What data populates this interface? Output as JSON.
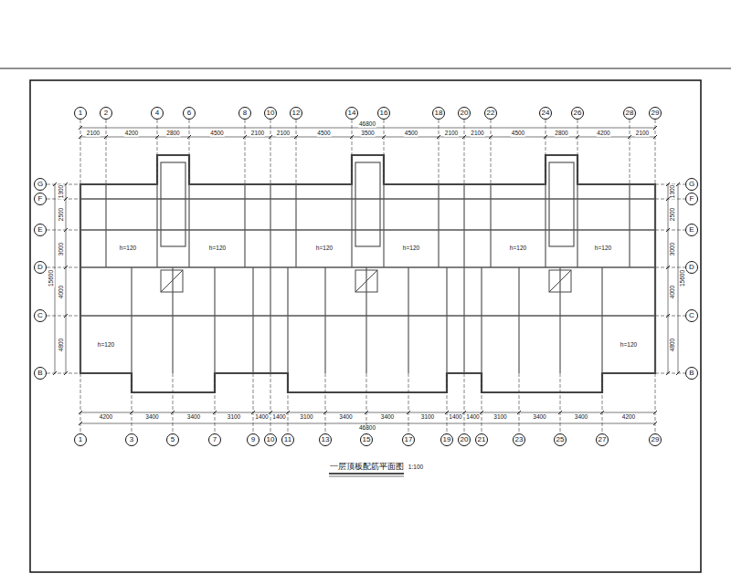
{
  "diagram": {
    "title": "一层顶板配筋平面图",
    "nodes": [
      {
        "text": [
          "1"
        ]
      },
      {
        "text": [
          "2"
        ]
      },
      {
        "text": [
          "4"
        ]
      },
      {
        "text": [
          "6"
        ]
      },
      {
        "text": [
          "8"
        ]
      },
      {
        "text": [
          "10"
        ]
      },
      {
        "text": [
          "12"
        ]
      },
      {
        "text": [
          "14"
        ]
      },
      {
        "text": [
          "16"
        ]
      },
      {
        "text": [
          "18"
        ]
      },
      {
        "text": [
          "20"
        ]
      },
      {
        "text": [
          "22"
        ]
      },
      {
        "text": [
          "24"
        ]
      },
      {
        "text": [
          "26"
        ]
      },
      {
        "text": [
          "28"
        ]
      },
      {
        "text": [
          "29"
        ]
      },
      {
        "text": [
          "G"
        ]
      },
      {
        "text": [
          "G"
        ]
      },
      {
        "text": [
          "F"
        ]
      },
      {
        "text": [
          "F"
        ]
      },
      {
        "text": [
          "E"
        ]
      },
      {
        "text": [
          "E"
        ]
      },
      {
        "text": [
          "D"
        ]
      },
      {
        "text": [
          "D"
        ]
      },
      {
        "text": [
          "C"
        ]
      },
      {
        "text": [
          "C"
        ]
      },
      {
        "text": [
          "B"
        ]
      },
      {
        "text": [
          "B"
        ]
      },
      {
        "text": [
          "1"
        ]
      },
      {
        "text": [
          "3"
        ]
      },
      {
        "text": [
          "5"
        ]
      },
      {
        "text": [
          "7"
        ]
      },
      {
        "text": [
          "9"
        ]
      },
      {
        "text": [
          "10"
        ]
      },
      {
        "text": [
          "11"
        ]
      },
      {
        "text": [
          "13"
        ]
      },
      {
        "text": [
          "15"
        ]
      },
      {
        "text": [
          "17"
        ]
      },
      {
        "text": [
          "19"
        ]
      },
      {
        "text": [
          "20"
        ]
      },
      {
        "text": [
          "21"
        ]
      },
      {
        "text": [
          "23"
        ]
      },
      {
        "text": [
          "25"
        ]
      },
      {
        "text": [
          "27"
        ]
      },
      {
        "text": [
          "29"
        ]
      }
    ],
    "labels": [
      "2100",
      "4200",
      "2800",
      "4500",
      "2100",
      "2100",
      "4500",
      "3500",
      "4500",
      "2100",
      "2100",
      "4500",
      "2800",
      "4200",
      "2100",
      "46800",
      "4200",
      "3400",
      "3400",
      "3100",
      "1400",
      "1400",
      "3100",
      "3400",
      "3400",
      "3100",
      "1400",
      "1400",
      "3100",
      "3400",
      "3400",
      "4200",
      "46800",
      "1300",
      "2500",
      "3000",
      "4000",
      "4800",
      "15600",
      "1300",
      "2500",
      "3000",
      "4000",
      "4800",
      "15600",
      "1:100",
      "h=120",
      "h=120",
      "h=120",
      "h=120",
      "h=120",
      "h=120",
      "h=120",
      "h=120"
    ]
  }
}
